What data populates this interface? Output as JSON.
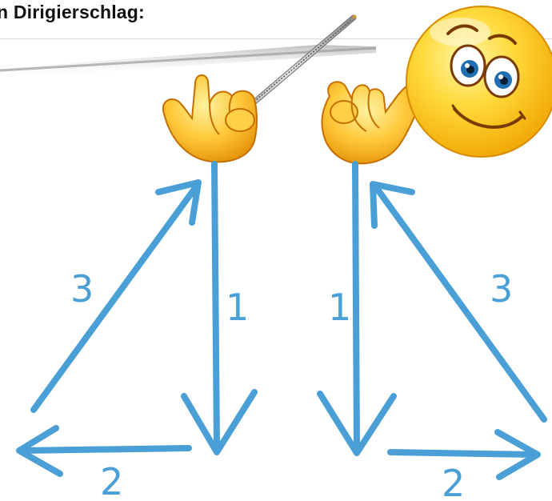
{
  "header": {
    "title": "n Dirigierschlag:"
  },
  "diagram": {
    "stroke_color": "#4a9fd6",
    "icons": [
      "baton-icon",
      "left-hand-icon",
      "right-hand-icon",
      "smiley-face-icon"
    ],
    "left_pattern": {
      "labels": {
        "down": "1",
        "side": "2",
        "up": "3"
      }
    },
    "right_pattern": {
      "labels": {
        "down": "1",
        "side": "2",
        "up": "3"
      }
    }
  }
}
